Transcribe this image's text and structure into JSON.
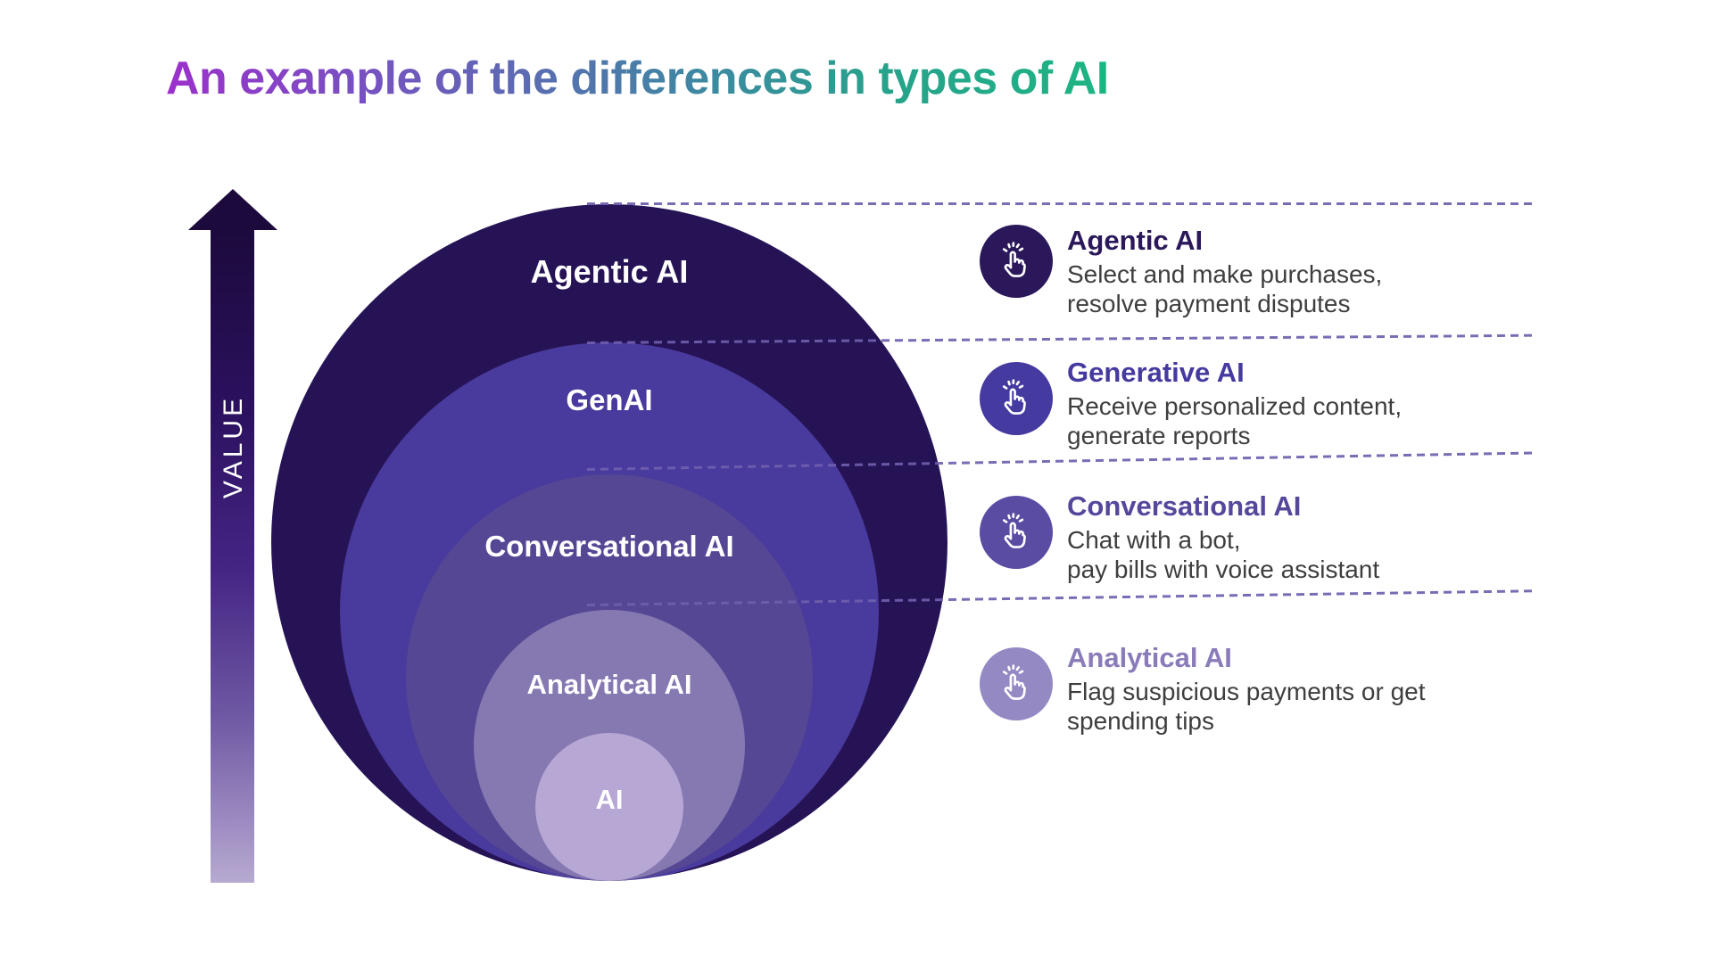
{
  "title": "An example of the differences in types of AI",
  "title_gradient": [
    "#9c30cc",
    "#5c6bb2",
    "#27a28b",
    "#1db584"
  ],
  "value_axis": {
    "label": "VALUE",
    "direction": "up",
    "gradient_top": "#1c0a3c",
    "gradient_bottom": "#b7aad0"
  },
  "diagram": {
    "rings": [
      {
        "label": "Agentic AI",
        "color": "#261356"
      },
      {
        "label": "GenAI",
        "color": "#493a9d"
      },
      {
        "label": "Conversational AI",
        "color": "#564795"
      },
      {
        "label": "Analytical AI",
        "color": "#8678b1"
      },
      {
        "label": "AI",
        "color": "#b6a7d5"
      }
    ],
    "divider_color": "#6e5fae"
  },
  "legend": {
    "items": [
      {
        "heading": "Agentic AI",
        "description": "Select and make purchases,\nresolve payment disputes",
        "icon": "tap-gesture-icon",
        "color": "#2b185a"
      },
      {
        "heading": "Generative AI",
        "description": "Receive personalized content,\ngenerate reports",
        "icon": "tap-gesture-icon",
        "color": "#453aa0"
      },
      {
        "heading": "Conversational AI",
        "description": "Chat with a bot,\npay bills with voice assistant",
        "icon": "tap-gesture-icon",
        "color": "#5a4ba3"
      },
      {
        "heading": "Analytical AI",
        "description": "Flag suspicious payments or get\nspending tips",
        "icon": "tap-gesture-icon",
        "color": "#9589c4"
      }
    ]
  }
}
